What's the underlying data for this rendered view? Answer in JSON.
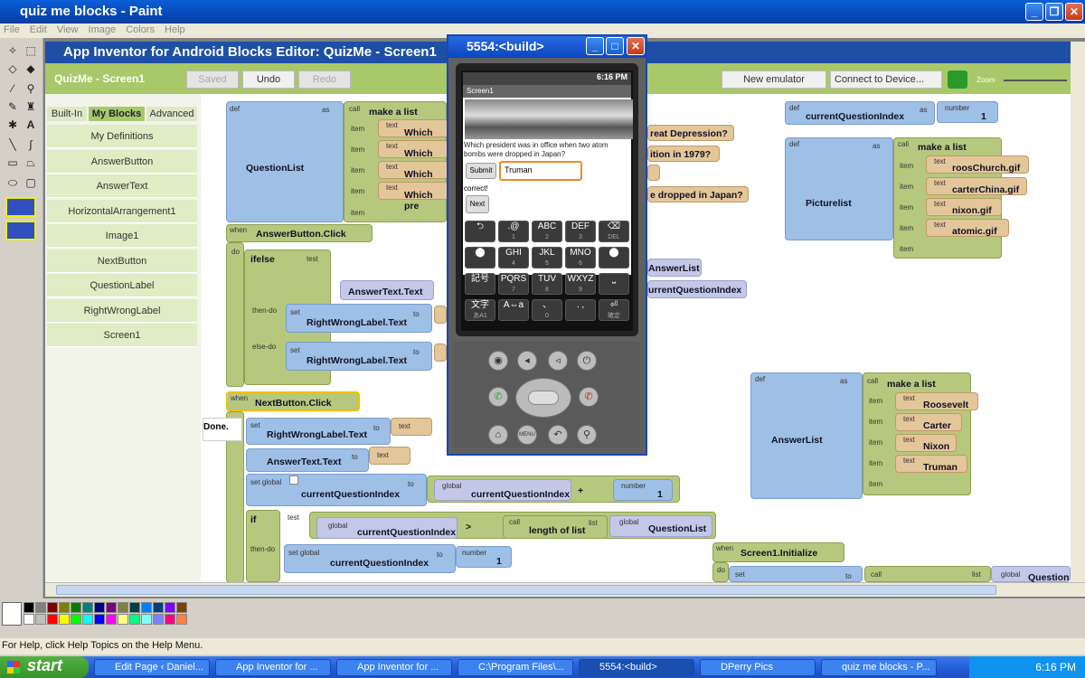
{
  "paint": {
    "title": "quiz me blocks - Paint",
    "menu": [
      "File",
      "Edit",
      "View",
      "Image",
      "Colors",
      "Help"
    ],
    "status": "For Help, click Help Topics on the Help Menu.",
    "colors": [
      "#000000",
      "#808080",
      "#800000",
      "#808000",
      "#008000",
      "#008080",
      "#000080",
      "#800080",
      "#808040",
      "#004040",
      "#0080ff",
      "#004080",
      "#8000ff",
      "#804000",
      "#ffffff",
      "#c0c0c0",
      "#ff0000",
      "#ffff00",
      "#00ff00",
      "#00ffff",
      "#0000ff",
      "#ff00ff",
      "#ffff80",
      "#00ff80",
      "#80ffff",
      "#8080ff",
      "#ff0080",
      "#ff8040"
    ]
  },
  "ai": {
    "title": "App Inventor for Android Blocks Editor: QuizMe - Screen1",
    "project": "QuizMe - Screen1",
    "saved": "Saved",
    "undo": "Undo",
    "redo": "Redo",
    "new_emulator": "New emulator",
    "connect": "Connect to Device...",
    "zoom": "Zoom",
    "tabs": [
      "Built-In",
      "My Blocks",
      "Advanced"
    ],
    "palette": [
      "My Definitions",
      "AnswerButton",
      "AnswerText",
      "HorizontalArrangement1",
      "Image1",
      "NextButton",
      "QuestionLabel",
      "RightWrongLabel",
      "Screen1"
    ]
  },
  "blocks": {
    "def": "def",
    "as": "as",
    "call": "call",
    "item": "item",
    "text": "text",
    "make_list": "make a list",
    "question_list": "QuestionList",
    "q_items": [
      "Which pre",
      "Which pre",
      "Which pre",
      "Which pre"
    ],
    "q_tails": [
      "reat Depression?",
      "ition in 1979?",
      "e dropped in Japan?"
    ],
    "when": "when",
    "do": "do",
    "answer_click": "AnswerButton.Click",
    "ifelse": "ifelse",
    "test": "test",
    "answer_text": "AnswerText.Text",
    "answer_list_frag": "AnswerList",
    "cqi_frag": "urrentQuestionIndex",
    "then_do": "then-do",
    "else_do": "else-do",
    "set": "set",
    "to": "to",
    "rw_label": "RightWrongLabel.Text",
    "next_click": "NextButton.Click",
    "done_frag": "Done.",
    "set_global": "set global",
    "cqi": "currentQuestionIndex",
    "global": "global",
    "plus": "+",
    "number": "number",
    "one": "1",
    "if": "if",
    "gt": ">",
    "length_of_list": "length of list",
    "list": "list",
    "def_cqi": "currentQuestionIndex",
    "picturelist": "Picturelist",
    "pics": [
      "roosChurch.gif",
      "carterChina.gif",
      "nixon.gif",
      "atomic.gif"
    ],
    "answerlist": "AnswerList",
    "answers": [
      "Roosevelt",
      "Carter",
      "Nixon",
      "Truman"
    ],
    "screen_init": "Screen1.Initialize",
    "question_frag": "Question"
  },
  "emulator": {
    "title": "5554:<build>",
    "clock": "6:16 PM",
    "app_title": "Screen1",
    "question": "Which president was in office when two atom bombs were dropped in Japan?",
    "submit": "Submit",
    "answer_value": "Truman",
    "result": "correct!",
    "next": "Next",
    "keys": [
      [
        "⮌",
        ""
      ],
      [
        ".@",
        "1"
      ],
      [
        "ABC",
        "2"
      ],
      [
        "DEF",
        "3"
      ],
      [
        "⌫",
        "DEL"
      ],
      [
        "⬤",
        ""
      ],
      [
        "GHI",
        "4"
      ],
      [
        "JKL",
        "5"
      ],
      [
        "MNO",
        "6"
      ],
      [
        "⬤",
        ""
      ],
      [
        "記号",
        ""
      ],
      [
        "PQRS",
        "7"
      ],
      [
        "TUV",
        "8"
      ],
      [
        "WXYZ",
        "9"
      ],
      [
        "⎵",
        ""
      ],
      [
        "文字",
        "あA1"
      ],
      [
        "A⇔a",
        ""
      ],
      [
        "、",
        "0"
      ],
      [
        ". ,",
        ""
      ],
      [
        "⏎",
        "確定"
      ]
    ]
  },
  "taskbar": {
    "start": "start",
    "tasks": [
      "Edit Page ‹ Daniel...",
      "App Inventor for ...",
      "App Inventor for ...",
      "C:\\Program Files\\...",
      "5554:<build>",
      "DPerry Pics",
      "quiz me blocks - P..."
    ],
    "active": 4,
    "clock": "6:16 PM"
  }
}
